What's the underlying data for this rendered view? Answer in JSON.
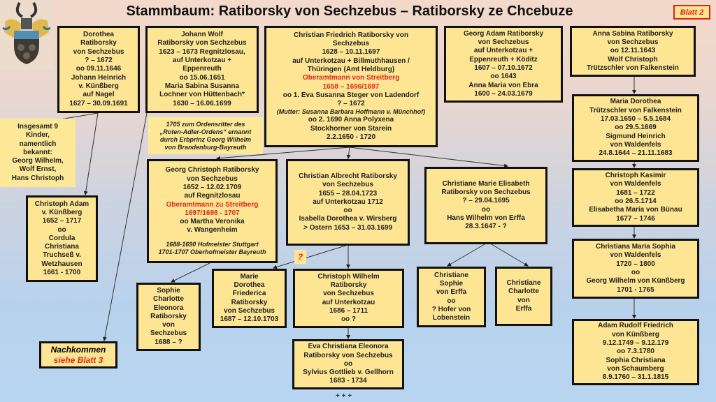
{
  "header": {
    "title": "Stammbaum: Ratiborsky von Sechzebus – Ratiborsky ze Chcebuze",
    "sheet_badge": "Blatt 2"
  },
  "colors": {
    "box_fill": "#fde593",
    "highlight": "#e0261b"
  },
  "boxes": {
    "dorothea": [
      {
        "text": "Dorothea"
      },
      {
        "text": "Ratiborsky"
      },
      {
        "text": "von Sechzebus"
      },
      {
        "text": "? – 1672"
      },
      {
        "text": "oo 09.11.1646"
      },
      {
        "text": "Johann Heinrich"
      },
      {
        "text": "v. Künßberg"
      },
      {
        "text": "auf Nagel"
      },
      {
        "text": "1627 – 30.09.1691"
      }
    ],
    "johann_wolf": [
      {
        "text": "Johann Wolf"
      },
      {
        "text": "Ratiborsky von Sechzebus"
      },
      {
        "text": "1623 – 1673 Regnitzlosau,"
      },
      {
        "text": "auf Unterkotzau +"
      },
      {
        "text": "Eppenreuth"
      },
      {
        "text": "oo 15.06.1651"
      },
      {
        "text": "Maria Sabina Susanna"
      },
      {
        "text": "Lochner von Hüttenbach*"
      },
      {
        "text": "1630 – 16.06.1699"
      }
    ],
    "christian_friedrich": [
      {
        "text": "Christian Friedrich Ratiborsky von"
      },
      {
        "text": "Sechzebus"
      },
      {
        "text": "1628 – 10.11.1697"
      },
      {
        "text": "auf Unterkotzau + Billmuthhausen /"
      },
      {
        "text": "Thüringen (Amt Heldburg)"
      },
      {
        "text": "Oberamtmann von Streitberg",
        "style": "red"
      },
      {
        "text": "1658 – 1696/1697",
        "style": "red"
      },
      {
        "text": "oo 1.   Eva Susanna Steger von Ladendorf"
      },
      {
        "text": "? – 1672"
      },
      {
        "text": "(Mutter: Susanna Barbara Hoffmann v. Münchhof)",
        "style": "italic"
      },
      {
        "text": "oo 2.    1690   Anna Polyxena"
      },
      {
        "text": "Stockhorner von Starein"
      },
      {
        "text": "2.2.1650 - 1720"
      }
    ],
    "georg_adam": [
      {
        "text": "Georg Adam Ratiborsky"
      },
      {
        "text": "von Sechzebus"
      },
      {
        "text": "auf Unterkotzau +"
      },
      {
        "text": "Eppenreuth  + Köditz"
      },
      {
        "text": "1607 – 07.10.1672"
      },
      {
        "text": "oo 1643"
      },
      {
        "text": "Anna Maria von Ebra"
      },
      {
        "text": "1600 – 24.03.1679"
      }
    ],
    "anna_sabina": [
      {
        "text": "Anna Sabina Ratiborsky"
      },
      {
        "text": "von Sechzebus"
      },
      {
        "text": "oo 12.11.1643"
      },
      {
        "text": "Wolf Christoph"
      },
      {
        "text": "Trützschler von Falkenstein"
      }
    ],
    "maria_dorothea": [
      {
        "text": "Maria Dorothea"
      },
      {
        "text": "Trützschler von Falkenstein"
      },
      {
        "text": "17.03.1650  – 5.5.1684"
      },
      {
        "text": "oo 29.5.1669"
      },
      {
        "text": "Sigmund Heinrich"
      },
      {
        "text": "von Waldenfels"
      },
      {
        "text": "24.8.1644 – 21.11.1683"
      }
    ],
    "christoph_kasimir": [
      {
        "text": "Christoph  Kasimir"
      },
      {
        "text": "von Waldenfels"
      },
      {
        "text": "1681 – 1722"
      },
      {
        "text": "oo 26.5.1714"
      },
      {
        "text": "Elisabetha Maria von Bünau"
      },
      {
        "text": "1677 – 1746"
      }
    ],
    "christiana_maria_sophia": [
      {
        "text": "Christiana Maria Sophia"
      },
      {
        "text": "von Waldenfels"
      },
      {
        "text": "1720 – 1800"
      },
      {
        "text": "oo"
      },
      {
        "text": "Georg Wilhelm von Künßberg"
      },
      {
        "text": "1701 - 1765"
      }
    ],
    "adam_rudolf": [
      {
        "text": "Adam Rudolf Friedrich"
      },
      {
        "text": "von Künßberg"
      },
      {
        "text": "9.12.1749 – 9.12.179"
      },
      {
        "text": "oo 7.3.1780"
      },
      {
        "text": "Sophia Christiana"
      },
      {
        "text": "von Schaumberg"
      },
      {
        "text": "8.9.1760 – 31.1.1815"
      }
    ],
    "insgesamt": [
      {
        "text": "Insgesamt 9"
      },
      {
        "text": "Kinder,"
      },
      {
        "text": "namentlich"
      },
      {
        "text": "bekannt:"
      },
      {
        "text": "Georg Wilhelm,"
      },
      {
        "text": "Wolf Ernst,"
      },
      {
        "text": "Hans Christoph"
      }
    ],
    "christoph_adam": [
      {
        "text": "Christoph  Adam"
      },
      {
        "text": "v. Künßberg"
      },
      {
        "text": "1652 – 1717"
      },
      {
        "text": "oo"
      },
      {
        "text": "Cordula"
      },
      {
        "text": "Christiana"
      },
      {
        "text": "Truchseß v."
      },
      {
        "text": "Wetzhausen"
      },
      {
        "text": "1661 - 1700"
      }
    ],
    "order_note": [
      {
        "text": "1705 zum Ordensritter des",
        "style": "italic"
      },
      {
        "text": "„Roten-Adler-Ordens“ ernannt",
        "style": "italic"
      },
      {
        "text": "durch Erbprinz Georg Wilhelm",
        "style": "italic"
      },
      {
        "text": "von Brandenburg-Bayreuth",
        "style": "italic"
      }
    ],
    "georg_christoph": [
      {
        "text": "Georg Christoph  Ratiborsky"
      },
      {
        "text": "von Sechzebus"
      },
      {
        "text": "1652 – 12.02.1709"
      },
      {
        "text": "auf Regnitzlosau"
      },
      {
        "text": "Oberamtmann zu Streitberg",
        "style": "red"
      },
      {
        "text": "1697/1698  - 1707",
        "style": "red"
      },
      {
        "text": "oo Martha Veronika"
      },
      {
        "text": "v. Wangenheim"
      },
      {
        "text": "",
        "style": "blank"
      },
      {
        "text": "1688-1690 Hofmeister Stuttgart",
        "style": "italic"
      },
      {
        "text": "1701-1707 Oberhofmeister Bayreuth",
        "style": "italic"
      }
    ],
    "christian_albrecht": [
      {
        "text": "Christian Albrecht Ratiborsky"
      },
      {
        "text": "von Sechzebus"
      },
      {
        "text": "1655 – 28.04.1723"
      },
      {
        "text": "auf Unterkotzau 1712"
      },
      {
        "text": "oo"
      },
      {
        "text": "Isabella Dorothea v. Wirsberg"
      },
      {
        "text": "> Ostern  1653 – 31.03.1699"
      }
    ],
    "christiane_marie_elisabeth": [
      {
        "text": "Christiane Marie Elisabeth"
      },
      {
        "text": "Ratiborsky  von  Sechzebus"
      },
      {
        "text": "? – 29.04.1695"
      },
      {
        "text": "oo"
      },
      {
        "text": "Hans Wilhelm von Erffa"
      },
      {
        "text": "28.3.1647  - ?"
      }
    ],
    "sophie_charlotte": [
      {
        "text": "Sophie"
      },
      {
        "text": "Charlotte"
      },
      {
        "text": "Eleonora"
      },
      {
        "text": "Ratiborsky"
      },
      {
        "text": "von"
      },
      {
        "text": "Sechzebus"
      },
      {
        "text": "1688  – ?"
      }
    ],
    "marie_dorothea_friederica": [
      {
        "text": "Marie"
      },
      {
        "text": "Dorothea"
      },
      {
        "text": "Friederica"
      },
      {
        "text": "Ratiborsky"
      },
      {
        "text": "von Sechzebus"
      },
      {
        "text": "1687  – 12.10.1703"
      }
    ],
    "christoph_wilhelm": [
      {
        "text": "Christoph  Wilhelm"
      },
      {
        "text": "Ratiborsky"
      },
      {
        "text": "von Sechzebus"
      },
      {
        "text": "auf Unterkotzau"
      },
      {
        "text": "1686  – 1711"
      },
      {
        "text": "oo ?"
      }
    ],
    "eva_christiana": [
      {
        "text": "Eva Christiana Eleonora"
      },
      {
        "text": "Ratiborsky  von  Sechzebus"
      },
      {
        "text": "oo"
      },
      {
        "text": "Sylvius  Gottlieb v. Gellhorn"
      },
      {
        "text": "1683  - 1734"
      }
    ],
    "christiane_sophie": [
      {
        "text": "Christiane"
      },
      {
        "text": "Sophie"
      },
      {
        "text": "von Erffa"
      },
      {
        "text": "oo"
      },
      {
        "text": "? Hofer von"
      },
      {
        "text": "Lobenstein"
      }
    ],
    "christiane_charlotte": [
      {
        "text": "Christiane"
      },
      {
        "text": "Charlotte"
      },
      {
        "text": "von"
      },
      {
        "text": "Erffa"
      }
    ]
  },
  "uncertain_marker": "?",
  "nachkommen": {
    "line1": "Nachkommen",
    "line2": "siehe Blatt 3"
  },
  "continuation": "+ + +"
}
